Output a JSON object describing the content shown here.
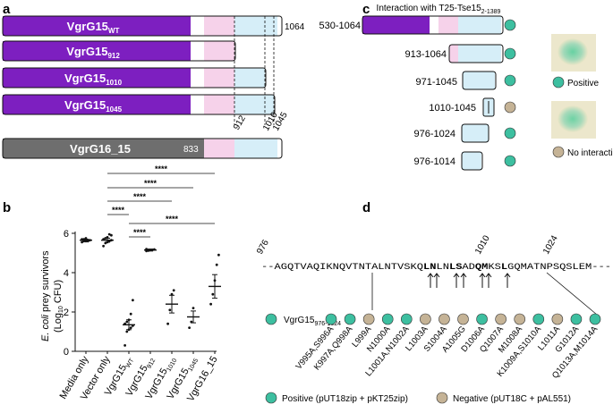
{
  "panel_a": {
    "label": "a",
    "constructs": [
      {
        "name": "VgrG15",
        "sub": "WT"
      },
      {
        "name": "VgrG15",
        "sub": "912"
      },
      {
        "name": "VgrG15",
        "sub": "1010"
      },
      {
        "name": "VgrG15",
        "sub": "1045"
      }
    ],
    "length_label": "1064",
    "position_labels": [
      "912",
      "1010",
      "1045"
    ],
    "vgrg16": {
      "name": "VgrG16_15",
      "length_label": "833"
    }
  },
  "panel_b": {
    "label": "b",
    "significance": "****",
    "chart_data": {
      "type": "scatter",
      "ylabel_main": "E. coli",
      "ylabel_rest": " prey survivors",
      "ylabel2_pre": "(Log",
      "ylabel2_sub": "10",
      "ylabel2_post": " CFU)",
      "ylim": [
        0,
        6
      ],
      "yticks": [
        "0",
        "2",
        "4",
        "6"
      ],
      "categories": [
        {
          "label": "Media only",
          "sub": ""
        },
        {
          "label": "Vector only",
          "sub": ""
        },
        {
          "label": "VgrG15",
          "sub": "WT"
        },
        {
          "label": "VgrG15",
          "sub": "912"
        },
        {
          "label": "VgrG15",
          "sub": "1010"
        },
        {
          "label": "VgrG15",
          "sub": "1045"
        },
        {
          "label": "VgrG16_15",
          "sub": ""
        }
      ],
      "means": [
        5.65,
        5.65,
        1.35,
        5.15,
        2.4,
        1.75,
        3.3
      ],
      "sem": [
        0.05,
        0.1,
        0.25,
        0.05,
        0.45,
        0.3,
        0.6
      ],
      "points": [
        [
          5.55,
          5.6,
          5.6,
          5.65,
          5.65,
          5.7,
          5.7,
          5.75,
          5.6
        ],
        [
          5.35,
          5.5,
          5.55,
          5.6,
          5.65,
          5.7,
          5.75,
          5.8,
          5.95,
          5.9
        ],
        [
          0.3,
          1.0,
          1.1,
          1.2,
          1.3,
          1.4,
          1.5,
          1.6,
          1.9,
          2.6
        ],
        [
          5.1,
          5.12,
          5.15,
          5.15,
          5.18,
          5.2
        ],
        [
          1.4,
          2.1,
          2.9,
          3.1
        ],
        [
          1.2,
          1.5,
          2.2
        ],
        [
          2.4,
          2.9,
          3.6,
          4.4,
          4.9
        ]
      ]
    }
  },
  "panel_c": {
    "label": "c",
    "header": "Interaction with T25-Tse15",
    "header_sub": "2-1389",
    "rows": [
      {
        "range": "530-1064",
        "result": "positive"
      },
      {
        "range": "913-1064",
        "result": "positive"
      },
      {
        "range": "971-1045",
        "result": "positive"
      },
      {
        "range": "1010-1045",
        "result": "negative"
      },
      {
        "range": "976-1024",
        "result": "positive"
      },
      {
        "range": "976-1014",
        "result": "positive"
      }
    ],
    "legend_positive": "Positive",
    "legend_negative": "No interaction"
  },
  "panel_d": {
    "label": "d",
    "numbers": [
      "976",
      "1010",
      "1024"
    ],
    "sequence": [
      {
        "t": "--AGQTVAQIKNQVTNTALNTVSKQ",
        "b": false
      },
      {
        "t": "LN",
        "b": true
      },
      {
        "t": "LN",
        "b": false
      },
      {
        "t": "LS",
        "b": true
      },
      {
        "t": "AD",
        "b": false
      },
      {
        "t": "QM",
        "b": true
      },
      {
        "t": "KS",
        "b": false
      },
      {
        "t": "L",
        "b": true
      },
      {
        "t": "GQMATNPSQSLEM---",
        "b": false
      }
    ],
    "wt_label": "VgrG15",
    "wt_sub": "976-1024",
    "mutants": [
      {
        "label": "V995A,S996A",
        "result": "positive"
      },
      {
        "label": "K997A,Q998A",
        "result": "positive"
      },
      {
        "label": "L999A",
        "result": "negative"
      },
      {
        "label": "N1000A",
        "result": "positive"
      },
      {
        "label": "L1001A,N1002A",
        "result": "positive"
      },
      {
        "label": "L1003A",
        "result": "negative"
      },
      {
        "label": "S1004A",
        "result": "negative"
      },
      {
        "label": "A1005G",
        "result": "negative"
      },
      {
        "label": "D1006A",
        "result": "positive"
      },
      {
        "label": "Q1007A",
        "result": "negative"
      },
      {
        "label": "M1008A",
        "result": "negative"
      },
      {
        "label": "K1009A,S1010A",
        "result": "positive"
      },
      {
        "label": "L1011A",
        "result": "negative"
      },
      {
        "label": "G1012A",
        "result": "positive"
      },
      {
        "label": "Q1013A,M1014A",
        "result": "positive"
      }
    ],
    "legend_positive": "Positive (pUT18zip + pKT25zip)",
    "legend_negative": "Negative (pUT18C + pAL551)"
  },
  "colors": {
    "purple": "#7d1fc0",
    "pink": "#f6d2ea",
    "lightblue": "#d6eef8",
    "gray": "#6e6e6e",
    "positive": "#3dbfa0",
    "negative": "#c5b396"
  }
}
